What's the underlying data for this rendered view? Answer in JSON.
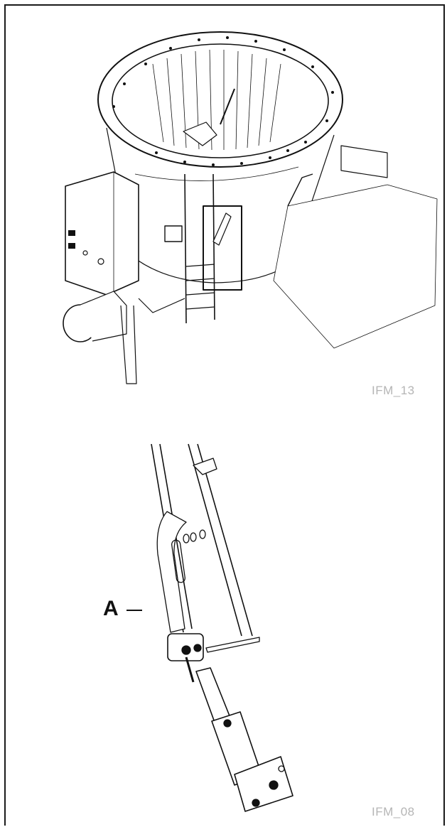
{
  "figure_1": {
    "label": "IFM_13"
  },
  "figure_2": {
    "label": "IFM_08",
    "callout": "A"
  }
}
